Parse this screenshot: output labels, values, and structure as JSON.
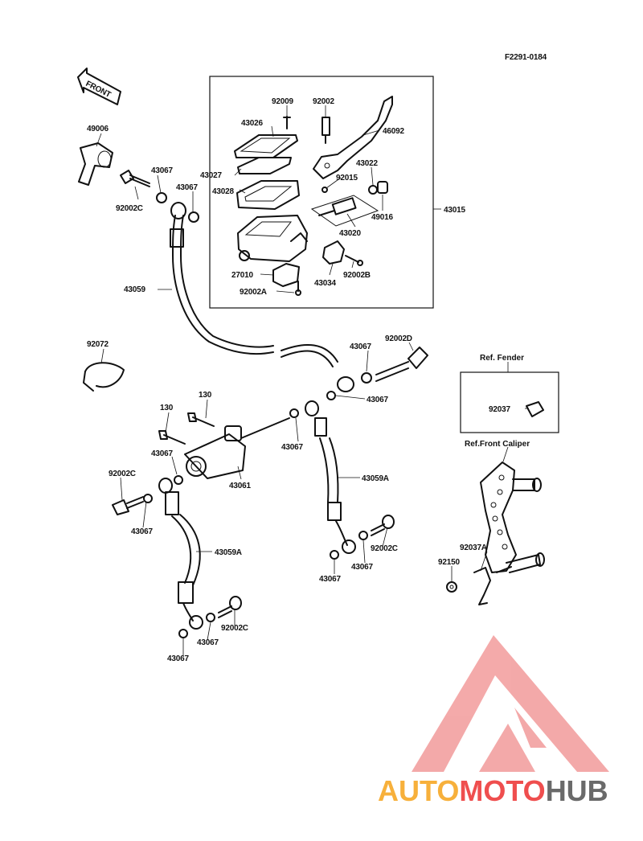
{
  "diagram": {
    "figure_code": "F2291-0184",
    "front_arrow": "FRONT",
    "labels": [
      {
        "id": "92009",
        "text": "92009"
      },
      {
        "id": "92002",
        "text": "92002"
      },
      {
        "id": "43026",
        "text": "43026"
      },
      {
        "id": "46092",
        "text": "46092"
      },
      {
        "id": "49006",
        "text": "49006"
      },
      {
        "id": "43067a",
        "text": "43067"
      },
      {
        "id": "43027",
        "text": "43027"
      },
      {
        "id": "43028",
        "text": "43028"
      },
      {
        "id": "43067b",
        "text": "43067"
      },
      {
        "id": "92015",
        "text": "92015"
      },
      {
        "id": "43022",
        "text": "43022"
      },
      {
        "id": "92002C_a",
        "text": "92002C"
      },
      {
        "id": "49016",
        "text": "49016"
      },
      {
        "id": "43015",
        "text": "43015"
      },
      {
        "id": "43020",
        "text": "43020"
      },
      {
        "id": "92002B",
        "text": "92002B"
      },
      {
        "id": "27010",
        "text": "27010"
      },
      {
        "id": "43034",
        "text": "43034"
      },
      {
        "id": "43059",
        "text": "43059"
      },
      {
        "id": "92002A",
        "text": "92002A"
      },
      {
        "id": "92072",
        "text": "92072"
      },
      {
        "id": "43067c",
        "text": "43067"
      },
      {
        "id": "92002D",
        "text": "92002D"
      },
      {
        "id": "130a",
        "text": "130"
      },
      {
        "id": "43067d",
        "text": "43067"
      },
      {
        "id": "130b",
        "text": "130"
      },
      {
        "id": "43067e",
        "text": "43067"
      },
      {
        "id": "43067f",
        "text": "43067"
      },
      {
        "id": "43061",
        "text": "43061"
      },
      {
        "id": "43059A_a",
        "text": "43059A"
      },
      {
        "id": "92002C_b",
        "text": "92002C"
      },
      {
        "id": "43067g",
        "text": "43067"
      },
      {
        "id": "92002C_c",
        "text": "92002C"
      },
      {
        "id": "43067h",
        "text": "43067"
      },
      {
        "id": "43067i",
        "text": "43067"
      },
      {
        "id": "43059A_b",
        "text": "43059A"
      },
      {
        "id": "92002C_d",
        "text": "92002C"
      },
      {
        "id": "43067j",
        "text": "43067"
      },
      {
        "id": "43067k",
        "text": "43067"
      },
      {
        "id": "92037",
        "text": "92037"
      },
      {
        "id": "92037A",
        "text": "92037A"
      },
      {
        "id": "92150",
        "text": "92150"
      }
    ],
    "ref_fender": "Ref. Fender",
    "ref_caliper": "Ref.Front Caliper"
  },
  "watermark": {
    "part1": "AUTO",
    "part2": "MOTO",
    "part3": "HUB",
    "colors": {
      "auto": "#f7b03b",
      "moto": "#ef4e4e",
      "hub": "#6a6a6a",
      "logo": "#f29b9b"
    }
  }
}
